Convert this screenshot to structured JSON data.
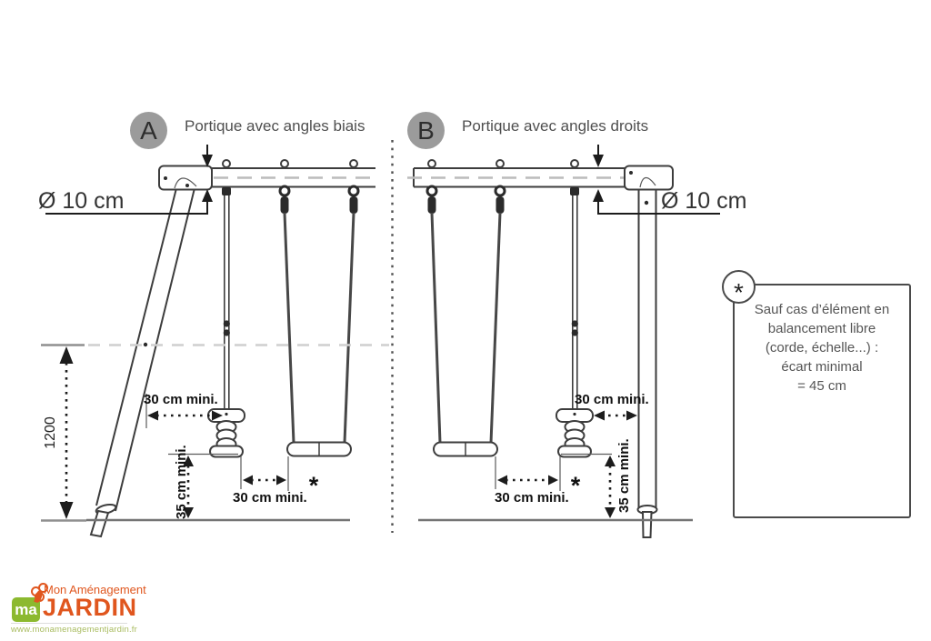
{
  "diagram_a": {
    "badge": "A",
    "title": "Portique avec angles biais",
    "diameter_label": "Ø 10 cm",
    "height_label": "1200",
    "post_gap_label": "30 cm mini.",
    "seat_gap_label": "30 cm mini.",
    "seat_gap_asterisk": "*",
    "ground_gap_label": "35 cm mini."
  },
  "diagram_b": {
    "badge": "B",
    "title": "Portique avec angles droits",
    "diameter_label": "Ø 10 cm",
    "post_gap_label": "30 cm mini.",
    "seat_gap_label": "30 cm mini.",
    "seat_gap_asterisk": "*",
    "ground_gap_label": "35 cm mini."
  },
  "note": {
    "marker": "*",
    "line1": "Sauf cas d’élément en",
    "line2": "balancement libre",
    "line3": "(corde, échelle...) :",
    "line4": "écart minimal",
    "line5": "= 45 cm"
  },
  "logo": {
    "monogram": "ma",
    "brand_top": "Mon Aménagement",
    "brand_main": "JARDIN",
    "website": "www.monamenagementjardin.fr"
  },
  "colors": {
    "line": "#3d3d3d",
    "dimension": "#1c1c1c",
    "ground": "#747474",
    "light_dash": "#cfcfcf",
    "badge_bg": "#9b9b9b",
    "title_text": "#4f4f4f",
    "note_text": "#555555",
    "logo_orange": "#E0561E",
    "logo_green": "#8CB92F",
    "logo_light_green": "#A9BC60"
  }
}
